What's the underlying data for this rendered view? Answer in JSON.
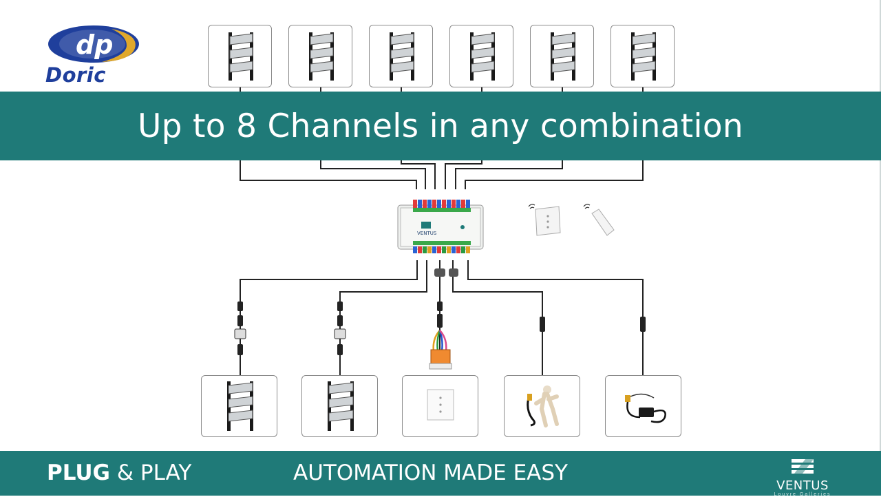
{
  "brand": {
    "logo_text": "Doric",
    "logo_icon": "dp-monogram-icon",
    "colors": {
      "logo_blue": "#1f3f9c",
      "logo_gold": "#e0a82c",
      "teal": "#1f7a78",
      "wire": "#222222"
    }
  },
  "banner": {
    "title": "Up to 8 Channels in any combination"
  },
  "top_devices": [
    {
      "icon": "louvre-icon"
    },
    {
      "icon": "louvre-icon"
    },
    {
      "icon": "louvre-icon"
    },
    {
      "icon": "louvre-icon"
    },
    {
      "icon": "louvre-icon"
    },
    {
      "icon": "louvre-icon"
    }
  ],
  "controller": {
    "label": "VENTUS",
    "icon": "controller-module-icon"
  },
  "remotes": [
    {
      "icon": "wall-switch-icon"
    },
    {
      "icon": "handheld-remote-icon"
    }
  ],
  "bottom_devices": [
    {
      "icon": "louvre-icon"
    },
    {
      "icon": "louvre-icon"
    },
    {
      "icon": "wall-switch-icon"
    },
    {
      "icon": "sensor-figure-icon"
    },
    {
      "icon": "power-adapter-icon"
    }
  ],
  "footer": {
    "tag_bold": "PLUG",
    "tag_rest": "& PLAY",
    "slogan": "AUTOMATION MADE EASY",
    "brand_name": "VENTUS",
    "brand_sub": "Louvre Galleries",
    "brand_icon": "ventus-logo-icon"
  }
}
